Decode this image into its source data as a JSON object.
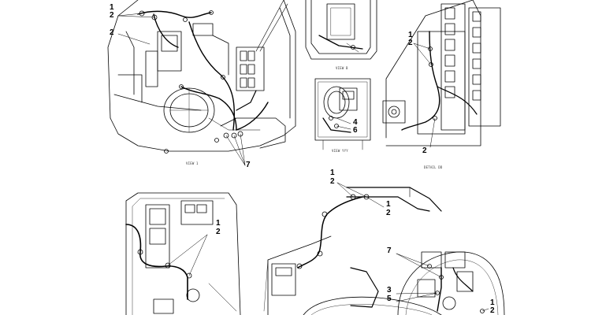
{
  "callouts": {
    "v1_a": "1",
    "v1_b": "2",
    "v1_c": "2",
    "v1_d": "7",
    "vr_a": "4",
    "vr_b": "6",
    "det_a": "1",
    "det_b": "2",
    "det_c": "2",
    "bl_a": "1",
    "bl_b": "2",
    "bm_a": "1",
    "bm_b": "2",
    "bm_c": "1",
    "bm_d": "2",
    "br_a": "7",
    "br_b": "3",
    "br_c": "5",
    "edge_a": "1",
    "edge_b": "2"
  },
  "captions": {
    "view_1": "VIEW 1",
    "view_b": "VIEW B",
    "view_yyy": "VIEW YYY",
    "detail": "DETAIL DD"
  },
  "colors": {
    "line": "#000000",
    "paper": "#ffffff"
  }
}
